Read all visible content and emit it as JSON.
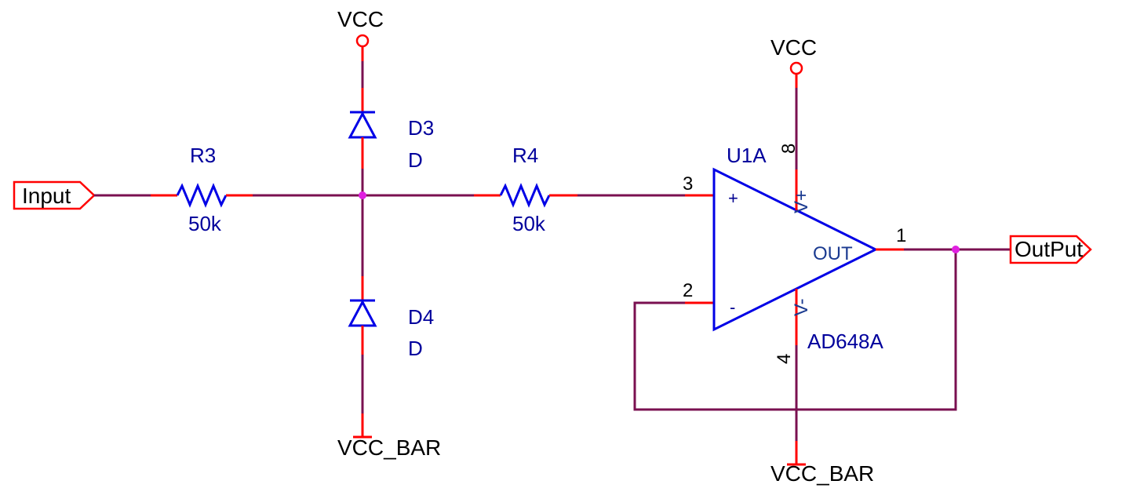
{
  "nets": {
    "vcc_left": "VCC",
    "vcc_right": "VCC",
    "vcc_bar_left": "VCC_BAR",
    "vcc_bar_right": "VCC_BAR"
  },
  "ports": {
    "input": "Input",
    "output": "OutPut"
  },
  "components": {
    "r3": {
      "ref": "R3",
      "value": "50k"
    },
    "r4": {
      "ref": "R4",
      "value": "50k"
    },
    "d3": {
      "ref": "D3",
      "value": "D"
    },
    "d4": {
      "ref": "D4",
      "value": "D"
    },
    "u1a": {
      "ref": "U1A",
      "value": "AD648A",
      "pins": {
        "plus_num": "3",
        "minus_num": "2",
        "out_num": "1",
        "vplus_num": "8",
        "vminus_num": "4"
      },
      "labels": {
        "plus": "+",
        "minus": "-",
        "out": "OUT",
        "vplus": "V+",
        "vminus": "V-"
      }
    }
  },
  "colors": {
    "wire": "#7a1050",
    "pin": "#ff0000",
    "component": "#0000e6",
    "junction": "#e020e0"
  }
}
